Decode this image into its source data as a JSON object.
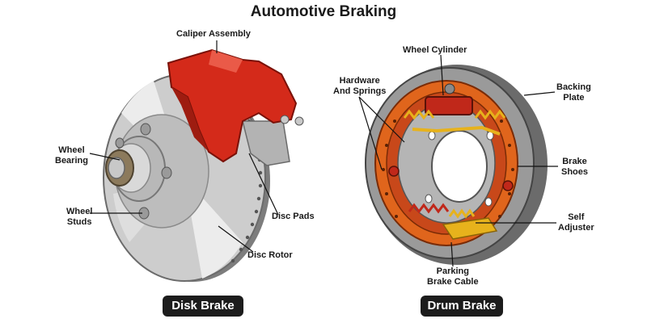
{
  "title": "Automotive Braking",
  "disk": {
    "caption": "Disk Brake",
    "labels": {
      "caliper_assembly": "Caliper Assembly",
      "wheel_bearing": [
        "Wheel",
        "Bearing"
      ],
      "wheel_studs": [
        "Wheel",
        "Studs"
      ],
      "disc_pads": "Disc Pads",
      "disc_rotor": "Disc Rotor"
    }
  },
  "drum": {
    "caption": "Drum Brake",
    "labels": {
      "wheel_cylinder": "Wheel Cylinder",
      "hardware_springs": [
        "Hardware",
        "And Springs"
      ],
      "backing_plate": [
        "Backing",
        "Plate"
      ],
      "brake_shoes": [
        "Brake",
        "Shoes"
      ],
      "self_adjuster": [
        "Self",
        "Adjuster"
      ],
      "parking_brake_cable": [
        "Parking",
        "Brake Cable"
      ]
    }
  },
  "colors": {
    "caliper_red": "#d42a1a",
    "rotor_grey": "#cfcfcf",
    "shoe_orange": "#e0651c",
    "spring_gold": "#e7b21c",
    "pill_bg": "#1c1c1c"
  }
}
